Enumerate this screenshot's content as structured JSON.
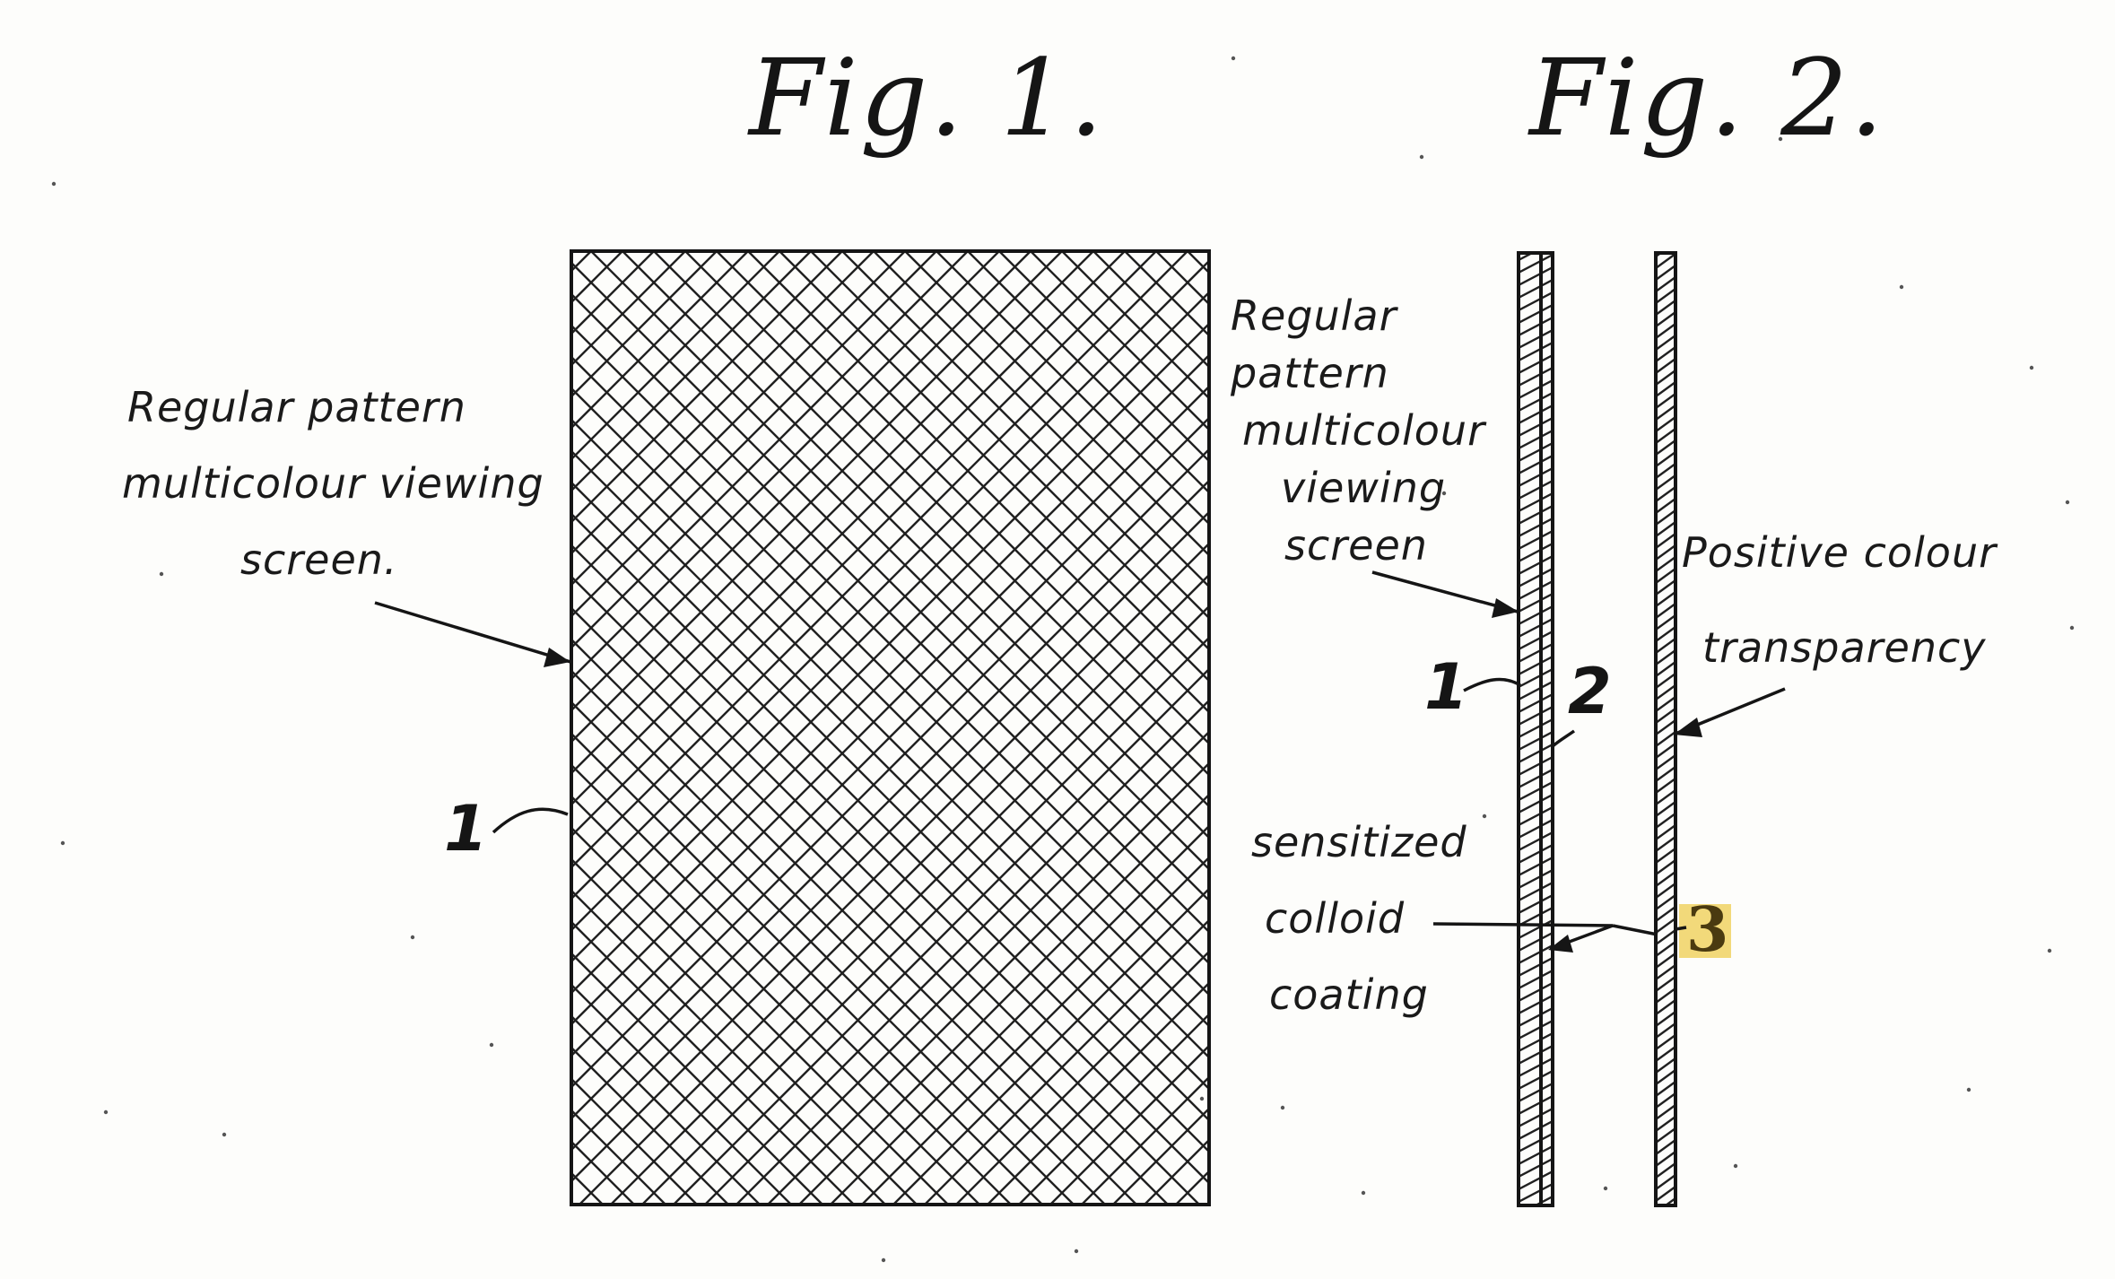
{
  "figures": [
    {
      "title": "Fig. 1."
    },
    {
      "title": "Fig. 2."
    }
  ],
  "fig1": {
    "label_lines": [
      "Regular pattern",
      "multicolour viewing",
      "screen."
    ],
    "reference_number": "1"
  },
  "fig2": {
    "screen_label_lines": [
      "Regular",
      "pattern",
      "multicolour",
      "viewing",
      "screen"
    ],
    "transparency_label_lines": [
      "Positive colour",
      "transparency"
    ],
    "coating_label_lines": [
      "sensitized",
      "colloid",
      "coating"
    ],
    "reference_numbers": [
      "1",
      "2",
      "3"
    ],
    "highlight_color": "#f2d97a"
  },
  "colors": {
    "ink": "#151515",
    "paper": "#fdfdfb"
  }
}
